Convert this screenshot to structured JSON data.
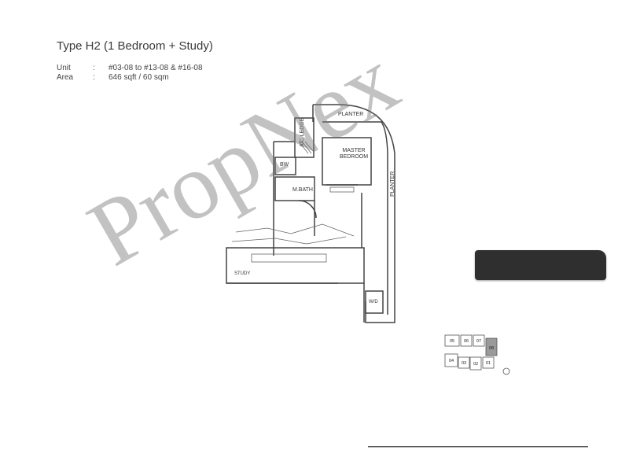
{
  "header": {
    "title": "Type H2 (1 Bedroom + Study)",
    "unit_label": "Unit",
    "unit_value": "#03-08 to #13-08 & #16-08",
    "area_label": "Area",
    "area_value": "646 sqft / 60 sqm",
    "separator": ":"
  },
  "floorplan": {
    "rooms": {
      "planter_top": "PLANTER",
      "ac_ledge": "A/C LEDGE",
      "master_bedroom_line1": "MASTER",
      "master_bedroom_line2": "BEDROOM",
      "bw": "BW",
      "m_bath": "M.BATH",
      "planter_side": "PLANTER",
      "study": "STUDY",
      "wd": "W/D"
    }
  },
  "keyplan": {
    "units": [
      "05",
      "06",
      "07",
      "08",
      "04",
      "03",
      "02",
      "01"
    ],
    "highlight": "08"
  },
  "watermark": {
    "text": "PropNex"
  },
  "colors": {
    "line": "#444444",
    "highlight": "#9a9a9a",
    "logo_bg": "#2f2f2f"
  }
}
